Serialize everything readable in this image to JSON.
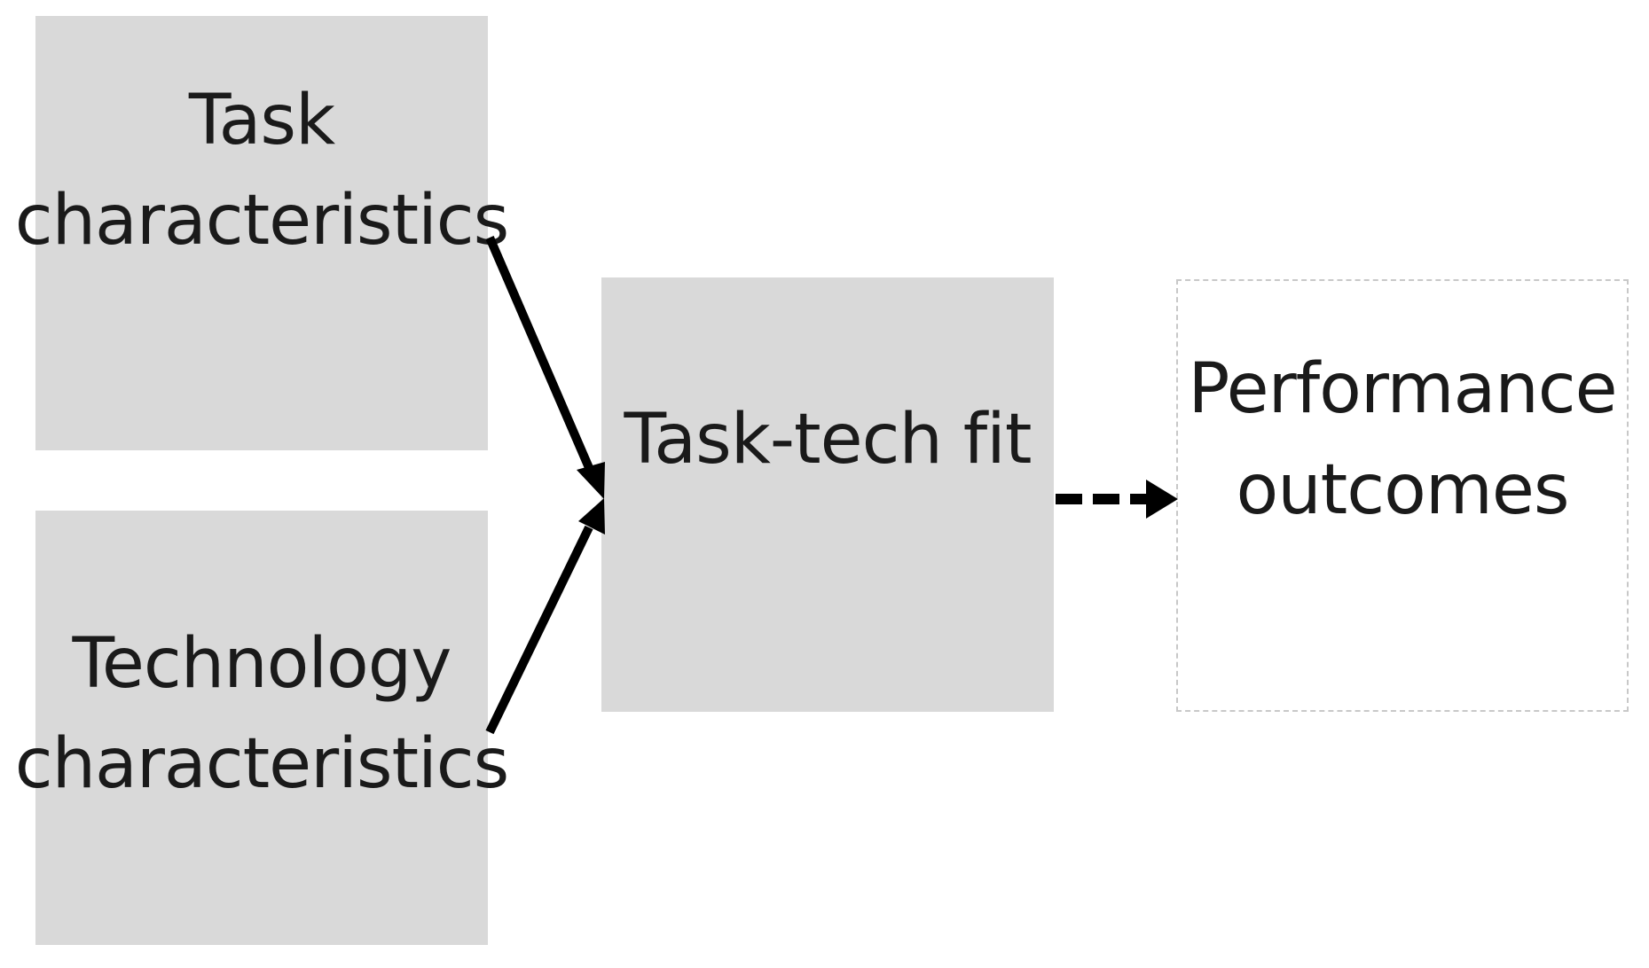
{
  "nodes": {
    "task": {
      "label": "Task\ncharacteristics"
    },
    "technology": {
      "label": "Technology\ncharacteristics"
    },
    "fit": {
      "label": "Task-tech fit"
    },
    "outcome": {
      "label": "Performance\noutcomes"
    }
  },
  "edges": [
    {
      "from": "task",
      "to": "fit",
      "style": "solid"
    },
    {
      "from": "technology",
      "to": "fit",
      "style": "solid"
    },
    {
      "from": "fit",
      "to": "outcome",
      "style": "dashed"
    }
  ],
  "colors": {
    "box_fill": "#d9d9d9",
    "outcome_border": "#c8c8c8",
    "arrow": "#000000",
    "text": "#1a1a1a"
  }
}
